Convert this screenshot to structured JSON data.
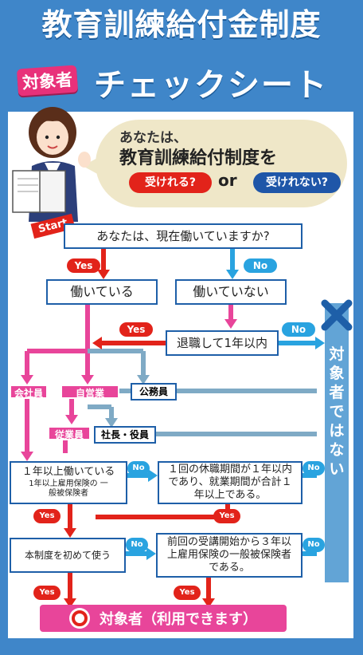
{
  "header": {
    "title": "教育訓練給付金制度",
    "badge": "対象者",
    "subtitle": "チェックシート"
  },
  "bubble": {
    "line1": "あなたは、",
    "line2": "教育訓練給付制度を",
    "can": "受けれる?",
    "or": "or",
    "cannot": "受けれない?"
  },
  "start": "Start",
  "q_working": "あなたは、現在働いていますか?",
  "yes": "Yes",
  "no": "No",
  "working": "働いている",
  "not_working": "働いていない",
  "retired": "退職して1年以内",
  "categories": {
    "company": "会社員",
    "self": "自営業",
    "public": "公務員",
    "employee": "従業員",
    "president": "社長・役員"
  },
  "q_one_year": "１年以上働いている",
  "q_one_year_note": "1年以上雇用保険の 一般被保険者",
  "q_leave": "１回の休職期間が１年以内であり、就業期間が合計１年以上である。",
  "q_first": "本制度を初めて使う",
  "q_prev": "前回の受講開始から３年以上雇用保険の一般被保険者である。",
  "not_eligible": "対象者ではない",
  "result": "対象者（利用できます）",
  "colors": {
    "background": "#3f86c9",
    "yes": "#e2231a",
    "no": "#29a3e0",
    "pink": "#e8459a",
    "gray_blue": "#7faac5"
  }
}
